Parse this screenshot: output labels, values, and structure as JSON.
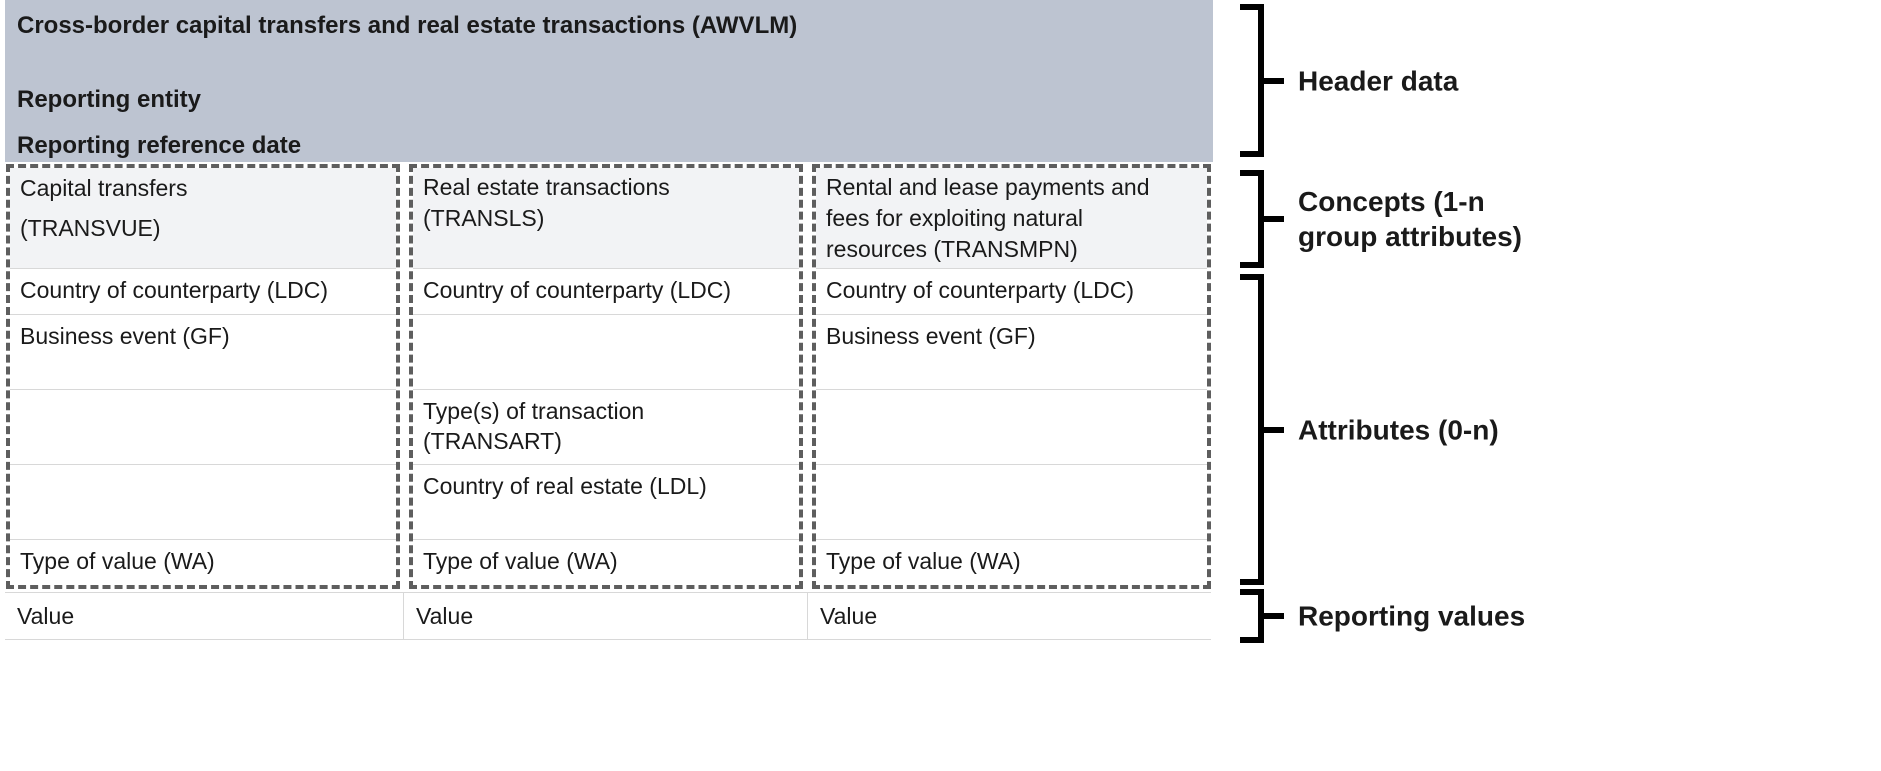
{
  "header": {
    "title": "Cross-border capital transfers and real estate transactions (AWVLM)",
    "reporting_entity": "Reporting entity",
    "reporting_reference_date": "Reporting reference date"
  },
  "columns": [
    {
      "concept_title": "Capital transfers\n(TRANSVUE)",
      "attributes": [
        "Country of counterparty (LDC)",
        "Business event (GF)",
        "",
        "",
        "Type of value (WA)"
      ],
      "value_label": "Value"
    },
    {
      "concept_title": "Real estate transactions\n(TRANSLS)",
      "attributes": [
        "Country of counterparty (LDC)",
        "",
        "Type(s) of transaction\n(TRANSART)",
        "Country of real estate (LDL)",
        "Type of value (WA)"
      ],
      "value_label": "Value"
    },
    {
      "concept_title": "Rental and lease payments and\nfees for exploiting natural\nresources (TRANSMPN)",
      "attributes": [
        "Country of counterparty (LDC)",
        "Business event (GF)",
        "",
        "",
        "Type of value (WA)"
      ],
      "value_label": "Value"
    }
  ],
  "annotations": [
    {
      "label": "Header data"
    },
    {
      "label": "Concepts (1-n\ngroup attributes)"
    },
    {
      "label": "Attributes (0-n)"
    },
    {
      "label": "Reporting values"
    }
  ],
  "colors": {
    "header_bg": "#bdc4d1",
    "concept_bg": "#f2f3f5",
    "dashed_border": "#5e5e5e",
    "grid_line": "#d8d8d8",
    "bracket": "#000000"
  }
}
